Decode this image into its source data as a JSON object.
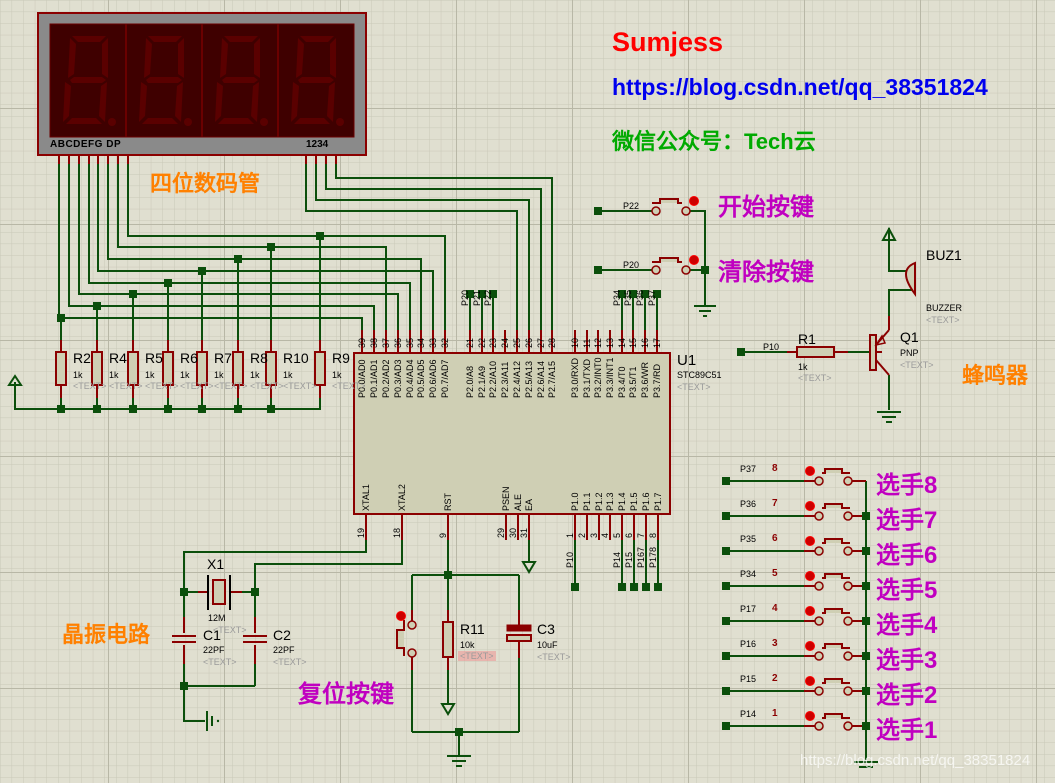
{
  "annotations": {
    "author": "Sumjess",
    "url": "https://blog.csdn.net/qq_38351824",
    "wechat": "微信公众号：Tech云",
    "display_label": "四位数码管",
    "start_key_label": "开始按键",
    "clear_key_label": "清除按键",
    "buzzer_label": "蜂鸣器",
    "crystal_label": "晶振电路",
    "reset_label": "复位按键",
    "watermark": "https://blog.csdn.net/qq_38351824"
  },
  "display": {
    "segment_pins_label": "ABCDEFG DP",
    "digit_pins_label": "1234",
    "digits": [
      "8.",
      "8.",
      "8.",
      "8."
    ]
  },
  "mcu": {
    "ref": "U1",
    "part": "STC89C51",
    "text": "<TEXT>",
    "top_pins": [
      {
        "num": "39",
        "name": "P0.0/AD0"
      },
      {
        "num": "38",
        "name": "P0.1/AD1"
      },
      {
        "num": "37",
        "name": "P0.2/AD2"
      },
      {
        "num": "36",
        "name": "P0.3/AD3"
      },
      {
        "num": "35",
        "name": "P0.4/AD4"
      },
      {
        "num": "34",
        "name": "P0.5/AD5"
      },
      {
        "num": "33",
        "name": "P0.6/AD6"
      },
      {
        "num": "32",
        "name": "P0.7/AD7"
      },
      {
        "num": "21",
        "name": "P2.0/A8"
      },
      {
        "num": "22",
        "name": "P2.1/A9"
      },
      {
        "num": "23",
        "name": "P2.2/A10"
      },
      {
        "num": "24",
        "name": "P2.3/A11"
      },
      {
        "num": "25",
        "name": "P2.4/A12"
      },
      {
        "num": "26",
        "name": "P2.5/A13"
      },
      {
        "num": "27",
        "name": "P2.6/A14"
      },
      {
        "num": "28",
        "name": "P2.7/A15"
      },
      {
        "num": "10",
        "name": "P3.0/RXD"
      },
      {
        "num": "11",
        "name": "P3.1/TXD"
      },
      {
        "num": "12",
        "name": "P3.2/INT0"
      },
      {
        "num": "13",
        "name": "P3.3/INT1"
      },
      {
        "num": "14",
        "name": "P3.4/T0"
      },
      {
        "num": "15",
        "name": "P3.5/T1"
      },
      {
        "num": "16",
        "name": "P3.6/WR"
      },
      {
        "num": "17",
        "name": "P3.7/RD"
      }
    ],
    "bottom_pins": [
      {
        "num": "19",
        "name": "XTAL1"
      },
      {
        "num": "18",
        "name": "XTAL2"
      },
      {
        "num": "9",
        "name": "RST"
      },
      {
        "num": "29",
        "name": "PSEN"
      },
      {
        "num": "30",
        "name": "ALE"
      },
      {
        "num": "31",
        "name": "EA"
      },
      {
        "num": "1",
        "name": "P1.0"
      },
      {
        "num": "2",
        "name": "P1.1"
      },
      {
        "num": "3",
        "name": "P1.2"
      },
      {
        "num": "4",
        "name": "P1.3"
      },
      {
        "num": "5",
        "name": "P1.4"
      },
      {
        "num": "6",
        "name": "P1.5"
      },
      {
        "num": "7",
        "name": "P1.6"
      },
      {
        "num": "8",
        "name": "P1.7"
      }
    ],
    "p2_net_labels": [
      "P20",
      "P21",
      "P22"
    ],
    "p3_net_labels": [
      "P34",
      "P35",
      "P36",
      "P37"
    ],
    "p1_net_labels": [
      "P10",
      "P14",
      "P15",
      "P16",
      "P17"
    ]
  },
  "resistors": [
    {
      "ref": "R2",
      "value": "1k",
      "text": "<TEXT>"
    },
    {
      "ref": "R4",
      "value": "1k",
      "text": "<TEXT>"
    },
    {
      "ref": "R5",
      "value": "1k",
      "text": "<TEXT>"
    },
    {
      "ref": "R6",
      "value": "1k",
      "text": "<TEXT>"
    },
    {
      "ref": "R7",
      "value": "1k",
      "text": "<TEXT>"
    },
    {
      "ref": "R8",
      "value": "1k",
      "text": "<TEXT>"
    },
    {
      "ref": "R10",
      "value": "1k",
      "text": "<TEXT>"
    },
    {
      "ref": "R9",
      "value": "1k",
      "text": "<TEXT>"
    }
  ],
  "control_keys": [
    {
      "net": "P22"
    },
    {
      "net": "P20"
    }
  ],
  "buzzer": {
    "ref": "BUZ1",
    "part": "BUZZER",
    "text": "<TEXT>"
  },
  "transistor": {
    "ref": "Q1",
    "part": "PNP",
    "text": "<TEXT>"
  },
  "r1": {
    "ref": "R1",
    "value": "1k",
    "text": "<TEXT>",
    "net": "P10"
  },
  "crystal": {
    "ref": "X1",
    "value": "12M",
    "text": "<TEXT>"
  },
  "c1": {
    "ref": "C1",
    "value": "22PF",
    "text": "<TEXT>"
  },
  "c2": {
    "ref": "C2",
    "value": "22PF",
    "text": "<TEXT>"
  },
  "r11": {
    "ref": "R11",
    "value": "10k",
    "text": "<TEXT>"
  },
  "c3": {
    "ref": "C3",
    "value": "10uF",
    "text": "<TEXT>"
  },
  "player_keys": [
    {
      "net": "P37",
      "num": "8",
      "label": "选手8"
    },
    {
      "net": "P36",
      "num": "7",
      "label": "选手7"
    },
    {
      "net": "P35",
      "num": "6",
      "label": "选手6"
    },
    {
      "net": "P34",
      "num": "5",
      "label": "选手5"
    },
    {
      "net": "P17",
      "num": "4",
      "label": "选手4"
    },
    {
      "net": "P16",
      "num": "3",
      "label": "选手3"
    },
    {
      "net": "P15",
      "num": "2",
      "label": "选手2"
    },
    {
      "net": "P14",
      "num": "1",
      "label": "选手1"
    }
  ],
  "colors": {
    "wire": "#0b4f0b",
    "pin": "#8b0000",
    "body": "#cfcfb4",
    "grid_bg": "#e0dfd0",
    "display_bg": "#3f0000",
    "segment": "#5a0000"
  }
}
